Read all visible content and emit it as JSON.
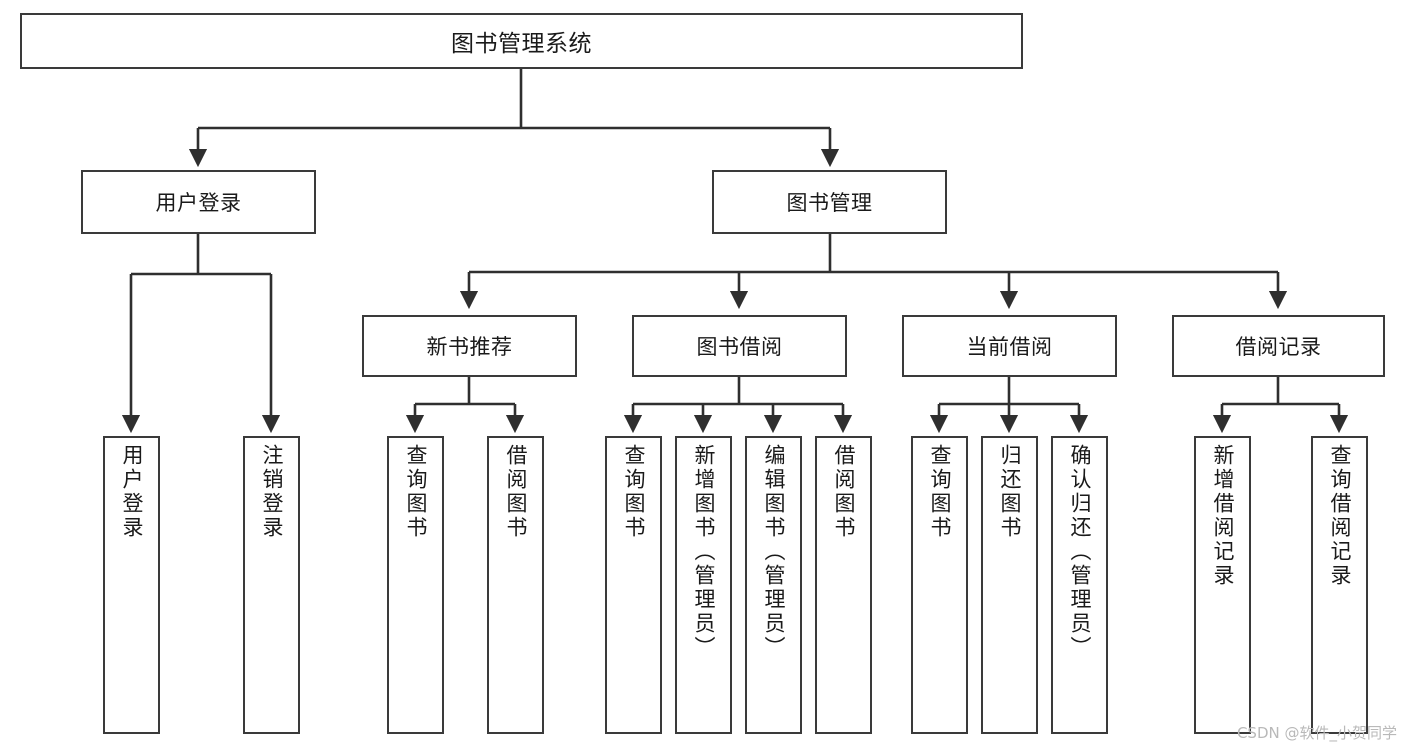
{
  "diagram": {
    "type": "tree",
    "title": "图书管理系统",
    "orientation": "top-down",
    "watermark": "CSDN @软件_小贺同学",
    "colors": {
      "background": "#ffffff",
      "box_border": "#3a3a3a",
      "connector": "#2f2f2f",
      "text": "#1a1a1a",
      "watermark": "#b9b9b9"
    },
    "nodes": {
      "root": {
        "label": "图书管理系统"
      },
      "level1": [
        {
          "label": "用户登录"
        },
        {
          "label": "图书管理"
        }
      ],
      "level2": [
        {
          "label": "新书推荐"
        },
        {
          "label": "图书借阅"
        },
        {
          "label": "当前借阅"
        },
        {
          "label": "借阅记录"
        }
      ],
      "leaves": {
        "user_login": [
          {
            "label": "用户登录"
          },
          {
            "label": "注销登录"
          }
        ],
        "new_books": [
          {
            "label": "查询图书"
          },
          {
            "label": "借阅图书"
          }
        ],
        "book_borrow": [
          {
            "label": "查询图书"
          },
          {
            "label": "新增图书（管理员）"
          },
          {
            "label": "编辑图书（管理员）"
          },
          {
            "label": "借阅图书"
          }
        ],
        "current_borrow": [
          {
            "label": "查询图书"
          },
          {
            "label": "归还图书"
          },
          {
            "label": "确认归还（管理员）"
          }
        ],
        "borrow_records": [
          {
            "label": "新增借阅记录"
          },
          {
            "label": "查询借阅记录"
          }
        ]
      }
    }
  }
}
